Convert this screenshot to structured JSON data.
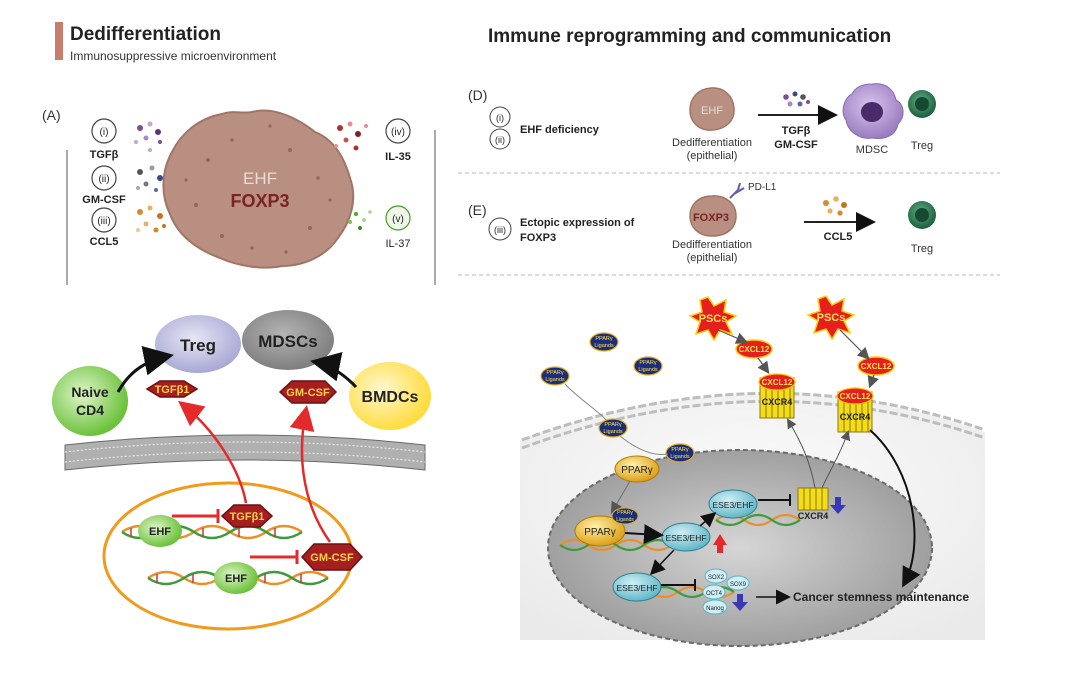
{
  "left_panel": {
    "title": "Dedifferentiation",
    "subtitle": "Immunosuppressive microenvironment",
    "panel_a_label": "(A)",
    "cell_text_1": "EHF",
    "cell_text_2": "FOXP3",
    "factors": [
      {
        "numeral": "(i)",
        "name": "TGFβ"
      },
      {
        "numeral": "(ii)",
        "name": "GM-CSF"
      },
      {
        "numeral": "(iii)",
        "name": "CCL5"
      },
      {
        "numeral": "(iv)",
        "name": "IL-35"
      },
      {
        "numeral": "(v)",
        "name": "IL-37"
      }
    ],
    "lower": {
      "treg": "Treg",
      "mdscs": "MDSCs",
      "naive_line1": "Naive",
      "naive_line2": "CD4",
      "bmdcs": "BMDCs",
      "tgfb1": "TGFβ1",
      "gmcsf": "GM-CSF",
      "ehf": "EHF"
    }
  },
  "right_panel": {
    "title": "Immune reprogramming and communication",
    "panel_d": {
      "label": "(D)",
      "numerals": [
        "(i)",
        "(ii)"
      ],
      "condition": "EHF deficiency",
      "cell_label": "EHF",
      "caption_line1": "Dedifferentiation",
      "caption_line2": "(epithelial)",
      "arrow_line1": "TGFβ",
      "arrow_line2": "GM-CSF",
      "target1": "MDSC",
      "target2": "Treg"
    },
    "panel_e": {
      "label": "(E)",
      "numeral": "(iii)",
      "condition_line1": "Ectopic expression of",
      "condition_line2": "FOXP3",
      "cell_label": "FOXP3",
      "pdl1": "PD-L1",
      "caption_line1": "Dedifferentiation",
      "caption_line2": "(epithelial)",
      "arrow_label": "CCL5",
      "target": "Treg"
    },
    "pathway": {
      "pscs": "PSCs",
      "cxcl12": "CXCL12",
      "cxcr4": "CXCR4",
      "ppar_ligands_line1": "PPARγ",
      "ppar_ligands_line2": "Ligands",
      "ppar": "PPARγ",
      "ese3": "ESE3/EHF",
      "sox2": "SOX2",
      "sox9": "SOX9",
      "oct4": "OCT4",
      "nanog": "Nanog",
      "outcome": "Cancer stemness maintenance"
    }
  },
  "colors": {
    "accent_bar": "#c97d6c",
    "cell_tan": "#b88f80",
    "treg_lavender": "#c4c4e4",
    "mdsc_gray": "#8a8a8a",
    "naive_green": "#88d25a",
    "bmdc_yellow": "#ffe35a",
    "hex_red": "#a51f1f",
    "psc_red": "#e51e1e",
    "arrow_red": "#e42a2a",
    "nucleus_orange": "#f29a1b",
    "membrane_gray": "#9a9a9a",
    "ppar_gold": "#e8ae17",
    "ese3_teal": "#4aa8b8",
    "ligand_navy": "#1c2e7a",
    "mdsc_purple": "#a88cc8",
    "treg_darkgreen": "#1e6b46",
    "down_arrow_blue": "#3b38b8"
  }
}
